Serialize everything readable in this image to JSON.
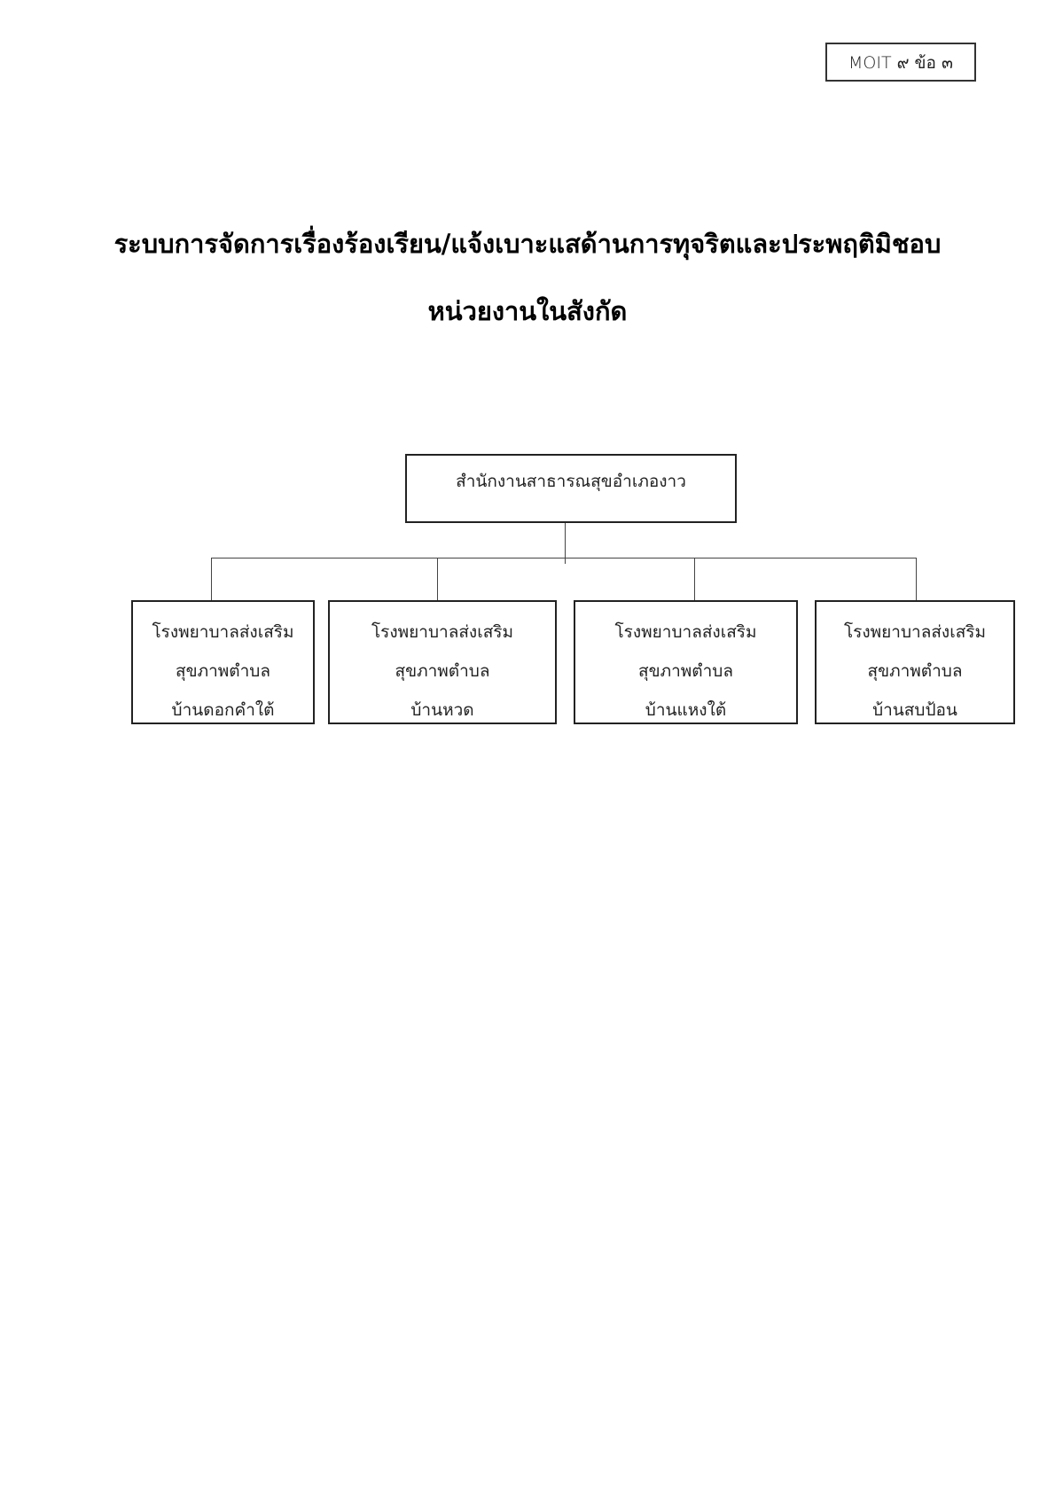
{
  "header": {
    "reference_label": "MOIT ๙ ข้อ ๓"
  },
  "document": {
    "title_line1": "ระบบการจัดการเรื่องร้องเรียน/แจ้งเบาะแสด้านการทุจริตและประพฤติมิชอบ",
    "title_line2": "หน่วยงานในสังกัด"
  },
  "org_chart": {
    "root": {
      "label": "สำนักงานสาธารณสุขอำเภองาว"
    },
    "children": [
      {
        "line1": "โรงพยาบาลส่งเสริม",
        "line2": "สุขภาพตำบล",
        "line3": "บ้านดอกคำใต้"
      },
      {
        "line1": "โรงพยาบาลส่งเสริม",
        "line2": "สุขภาพตำบล",
        "line3": "บ้านหวด"
      },
      {
        "line1": "โรงพยาบาลส่งเสริม",
        "line2": "สุขภาพตำบล",
        "line3": "บ้านแหงใต้"
      },
      {
        "line1": "โรงพยาบาลส่งเสริม",
        "line2": "สุขภาพตำบล",
        "line3": "บ้านสบป้อน"
      }
    ]
  }
}
